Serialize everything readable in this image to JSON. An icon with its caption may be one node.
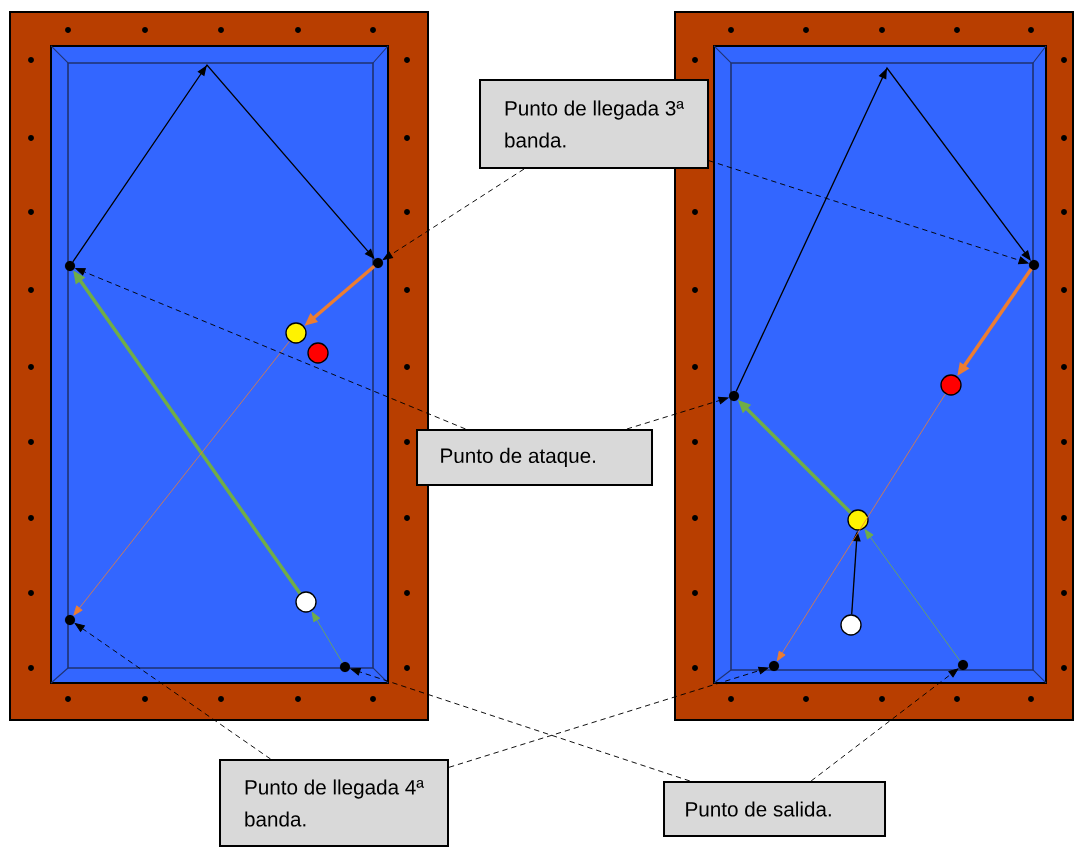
{
  "diagram": {
    "nodes": [
      {
        "text": [
          "Punto de llegada 3ª banda."
        ]
      },
      {
        "text": [
          "Punto de ataque."
        ]
      },
      {
        "text": [
          "Punto de llegada 4ª banda."
        ]
      },
      {
        "text": [
          "Punto de salida."
        ]
      },
      {
        "text": [],
        "shape": "circle"
      },
      {
        "text": [],
        "shape": "circle"
      },
      {
        "text": [],
        "shape": "circle"
      },
      {
        "text": [],
        "shape": "circle"
      },
      {
        "text": [],
        "shape": "circle"
      },
      {
        "text": [],
        "shape": "circle"
      },
      {
        "text": [],
        "shape": "circle"
      },
      {
        "text": [],
        "shape": "circle"
      },
      {
        "text": [],
        "shape": "circle"
      },
      {
        "text": [],
        "shape": "circle"
      },
      {
        "text": [],
        "shape": "circle"
      },
      {
        "text": [],
        "shape": "circle"
      },
      {
        "text": [],
        "shape": "circle"
      },
      {
        "text": [],
        "shape": "circle"
      }
    ],
    "edges": [
      {
        "from": 7,
        "to": 8,
        "arrow": "to",
        "color": "#70ad47"
      },
      {
        "from": 8,
        "to": 4,
        "arrow": "to",
        "style": "thick",
        "color": "#70ad47"
      },
      {
        "from": 4,
        "to": 5,
        "arrow": "to"
      },
      {
        "from": 5,
        "to": 9,
        "arrow": "to",
        "style": "thick",
        "color": "#ed7d31"
      },
      {
        "from": 9,
        "to": 6,
        "arrow": "to",
        "color": "#ed7d31"
      },
      {
        "from": 0,
        "to": 5,
        "arrow": "to",
        "style": "dashed"
      },
      {
        "from": 1,
        "to": 4,
        "arrow": "to",
        "style": "dashed"
      },
      {
        "from": 2,
        "to": 6,
        "arrow": "to",
        "style": "dashed"
      },
      {
        "from": 3,
        "to": 7,
        "arrow": "to",
        "style": "dashed"
      },
      {
        "from": 0,
        "to": 12,
        "arrow": "to",
        "style": "dashed"
      },
      {
        "from": 1,
        "to": 11,
        "arrow": "to",
        "style": "dashed"
      },
      {
        "from": 2,
        "to": 13,
        "arrow": "to",
        "style": "dashed"
      },
      {
        "from": 3,
        "to": 14,
        "arrow": "to",
        "style": "dashed"
      },
      {
        "from": 15,
        "to": 16,
        "arrow": "to"
      },
      {
        "from": 14,
        "to": 16,
        "arrow": "to",
        "color": "#70ad47"
      },
      {
        "from": 16,
        "to": 11,
        "arrow": "to",
        "style": "thick",
        "color": "#70ad47"
      },
      {
        "from": 11,
        "to": 12,
        "arrow": "to"
      },
      {
        "from": 12,
        "to": 17,
        "arrow": "to",
        "style": "thick",
        "color": "#ed7d31"
      },
      {
        "from": 17,
        "to": 13,
        "arrow": "to",
        "color": "#ed7d31"
      }
    ]
  }
}
